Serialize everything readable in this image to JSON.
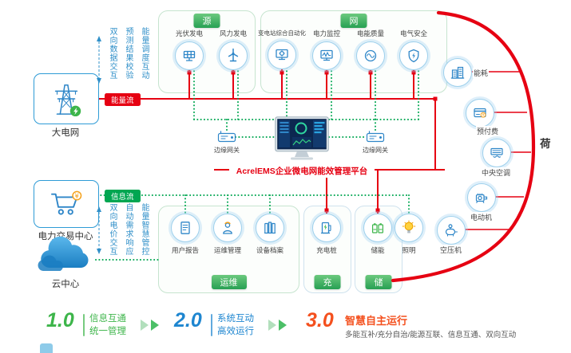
{
  "left": {
    "grid": {
      "label": "大电网"
    },
    "trade": {
      "label": "电力交易中心"
    },
    "cloud": {
      "label": "云中心"
    },
    "energy_badge": "能量流",
    "info_badge": "信息流",
    "grid_notes": {
      "a": "双向数据交互",
      "b": "预测结果校验",
      "c": "能量调度互动"
    },
    "trade_notes": {
      "a": "双向电价交互",
      "b": "自动需求响应",
      "c": "能量智慧管控"
    }
  },
  "panels": {
    "source": {
      "tab": "源",
      "items": {
        "pv": "光伏发电",
        "wind": "风力发电"
      }
    },
    "grid": {
      "tab": "网",
      "items": {
        "substation": "变电站综合自动化",
        "monitor": "电力监控",
        "quality": "电能质量",
        "safety": "电气安全"
      }
    },
    "ops": {
      "tab": "运维",
      "items": {
        "report": "用户报告",
        "manage": "运维管理",
        "archive": "设备档案"
      }
    },
    "charge": {
      "tab": "充",
      "items": {
        "pile": "充电桩"
      }
    },
    "storage": {
      "tab": "储",
      "items": {
        "battery": "储能"
      }
    }
  },
  "center": {
    "platform": "AcrelEMS企业微电网能效管理平台",
    "gateway_left": "边缘网关",
    "gateway_right": "边缘网关"
  },
  "load": {
    "label": "荷",
    "items": {
      "energy": "能耗",
      "prepaid": "预付费",
      "ac": "中央空调",
      "motor": "电动机",
      "compressor": "空压机",
      "lighting": "照明"
    }
  },
  "legend": {
    "v1": {
      "num": "1.0",
      "line1": "信息互通",
      "line2": "统一管理"
    },
    "v2": {
      "num": "2.0",
      "line1": "系统互动",
      "line2": "高效运行"
    },
    "v3": {
      "num": "3.0",
      "title": "智慧自主运行",
      "desc": "多能互补/充分自治/能源互联、信息互通、双向互动"
    }
  },
  "colors": {
    "energy_flow": "#e60012",
    "info_flow": "#00a651",
    "accent_blue": "#2e86c8",
    "accent_green": "#3db54a"
  }
}
